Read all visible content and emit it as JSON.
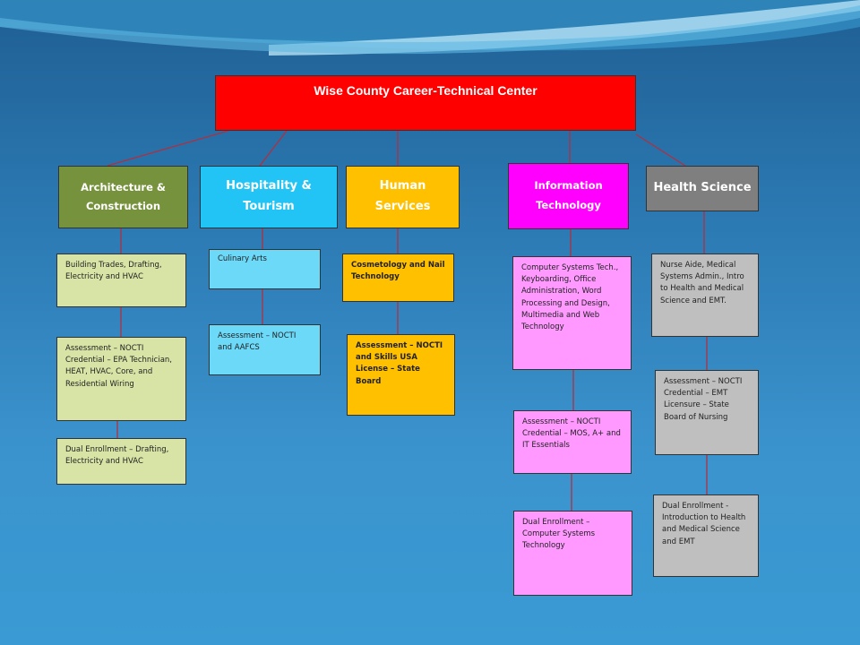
{
  "chart_title": "Wise County Career-Technical Center",
  "categories": [
    {
      "label": "Architecture & Construction",
      "items": [
        "Building Trades, Drafting, Electricity and HVAC",
        "Assessment – NOCTI Credential – EPA Technician, HEAT, HVAC, Core, and Residential Wiring",
        "Dual Enrollment – Drafting, Electricity and HVAC"
      ]
    },
    {
      "label": "Hospitality & Tourism",
      "items": [
        "Culinary Arts",
        "Assessment – NOCTI and AAFCS"
      ]
    },
    {
      "label": "Human Services",
      "items": [
        "Cosmetology and Nail Technology",
        "Assessment – NOCTI and Skills USA License – State Board"
      ]
    },
    {
      "label": "Information Technology",
      "items": [
        "Computer Systems Tech., Keyboarding, Office Administration, Word Processing and Design, Multimedia and Web Technology",
        "Assessment – NOCTI Credential – MOS, A+ and IT Essentials",
        "Dual Enrollment – Computer Systems Technology"
      ]
    },
    {
      "label": "Health Science",
      "items": [
        "Nurse Aide, Medical Systems Admin., Intro to Health and Medical Science and EMT.",
        "Assessment – NOCTI Credential – EMT Licensure – State Board of Nursing",
        "Dual Enrollment - Introduction to Health and Medical Science and EMT"
      ]
    }
  ],
  "colors": {
    "title": "#ff0000",
    "connector": "#b03040",
    "architecture": "#76923c",
    "hospitality": "#21c4f5",
    "human_services": "#ffc000",
    "information_technology": "#ff00ff",
    "health_science": "#7f7f7f"
  }
}
